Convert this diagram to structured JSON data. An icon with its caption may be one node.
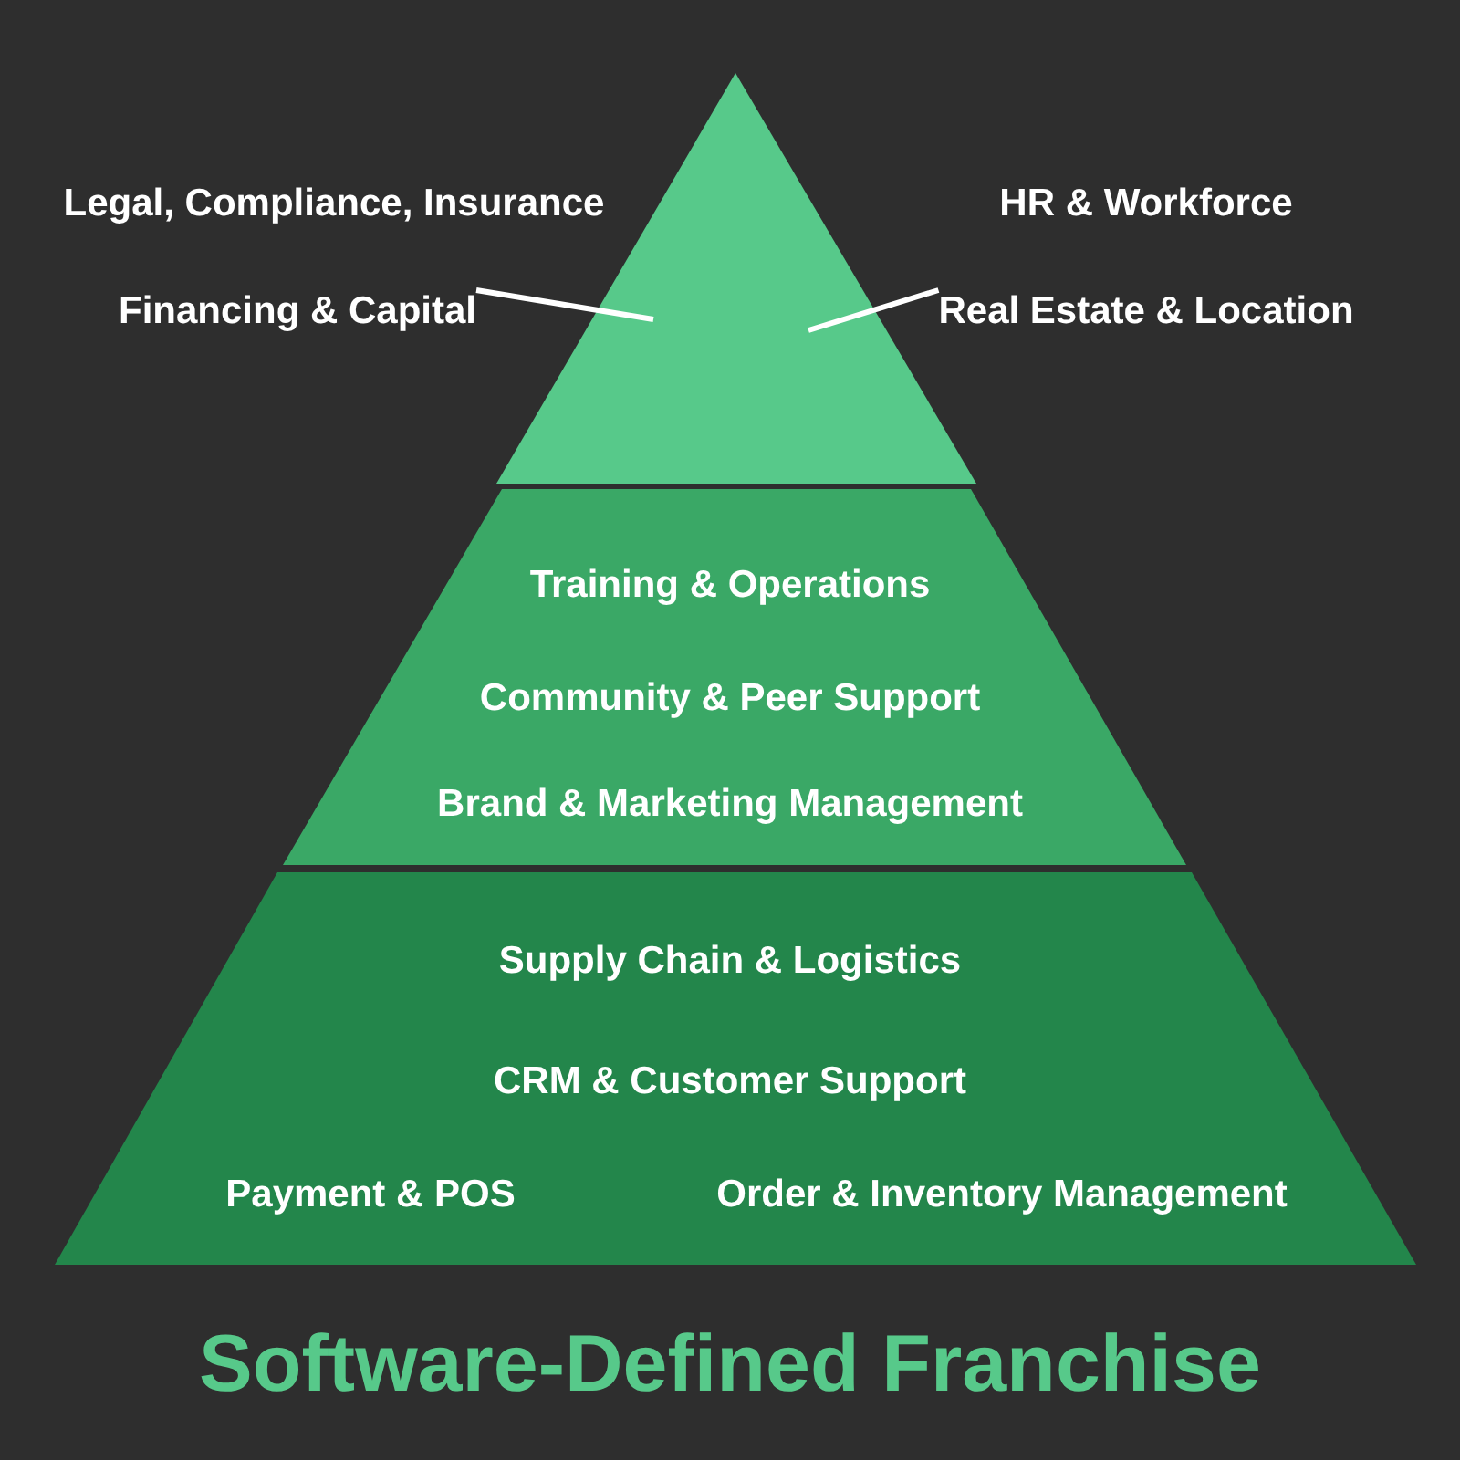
{
  "diagram": {
    "title": "Software-Defined Franchise",
    "nodes": [
      {
        "text": [],
        "shape": "triangle"
      },
      {
        "text": [
          "Legal, Compliance, Insurance"
        ]
      },
      {
        "text": [
          "Financing & Capital"
        ]
      },
      {
        "text": [
          "HR & Workforce"
        ]
      },
      {
        "text": [
          "Real Estate & Location"
        ]
      },
      {
        "text": [
          "Training & Operations",
          "Community & Peer Support",
          "Brand & Marketing Management"
        ]
      },
      {
        "text": [
          "Supply Chain & Logistics",
          "CRM & Customer Support",
          "Payment & POS",
          "Order & Inventory Management"
        ]
      }
    ],
    "edges": [
      {
        "from": 2,
        "to": 0,
        "arrow": "none"
      },
      {
        "from": 4,
        "to": 0,
        "arrow": "none"
      }
    ]
  }
}
